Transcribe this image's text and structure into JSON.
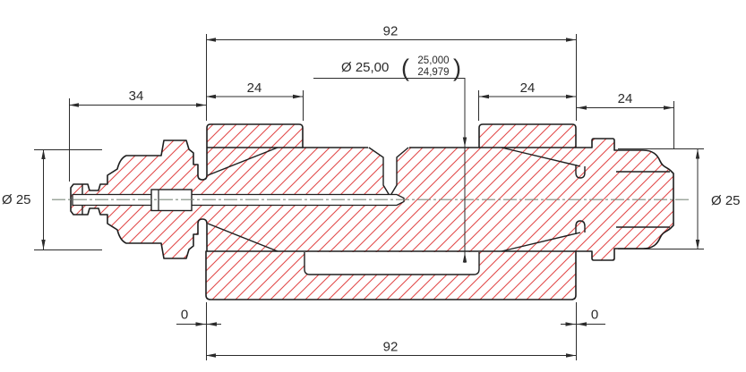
{
  "drawing": {
    "kind": "technical-section-view",
    "units": "mm",
    "colors": {
      "hatch": "#e24b4b",
      "outline": "#1f1f1f",
      "dimension": "#2b2b2b",
      "centerline": "#7d8a7d",
      "background": "#ffffff"
    },
    "dims": {
      "top_length": "92",
      "bottom_length": "92",
      "left_boss_width": "24",
      "right_boss_width": "24",
      "end_length": "24",
      "left_overhang": "34",
      "offset_left": "0",
      "offset_right": "0",
      "dia_left": "Ø 25",
      "dia_right": "Ø 25",
      "bore": {
        "label": "Ø 25,00",
        "open_paren": "(",
        "tol_upper": "25,000",
        "tol_lower": "24,979",
        "close_paren": ")"
      }
    }
  }
}
